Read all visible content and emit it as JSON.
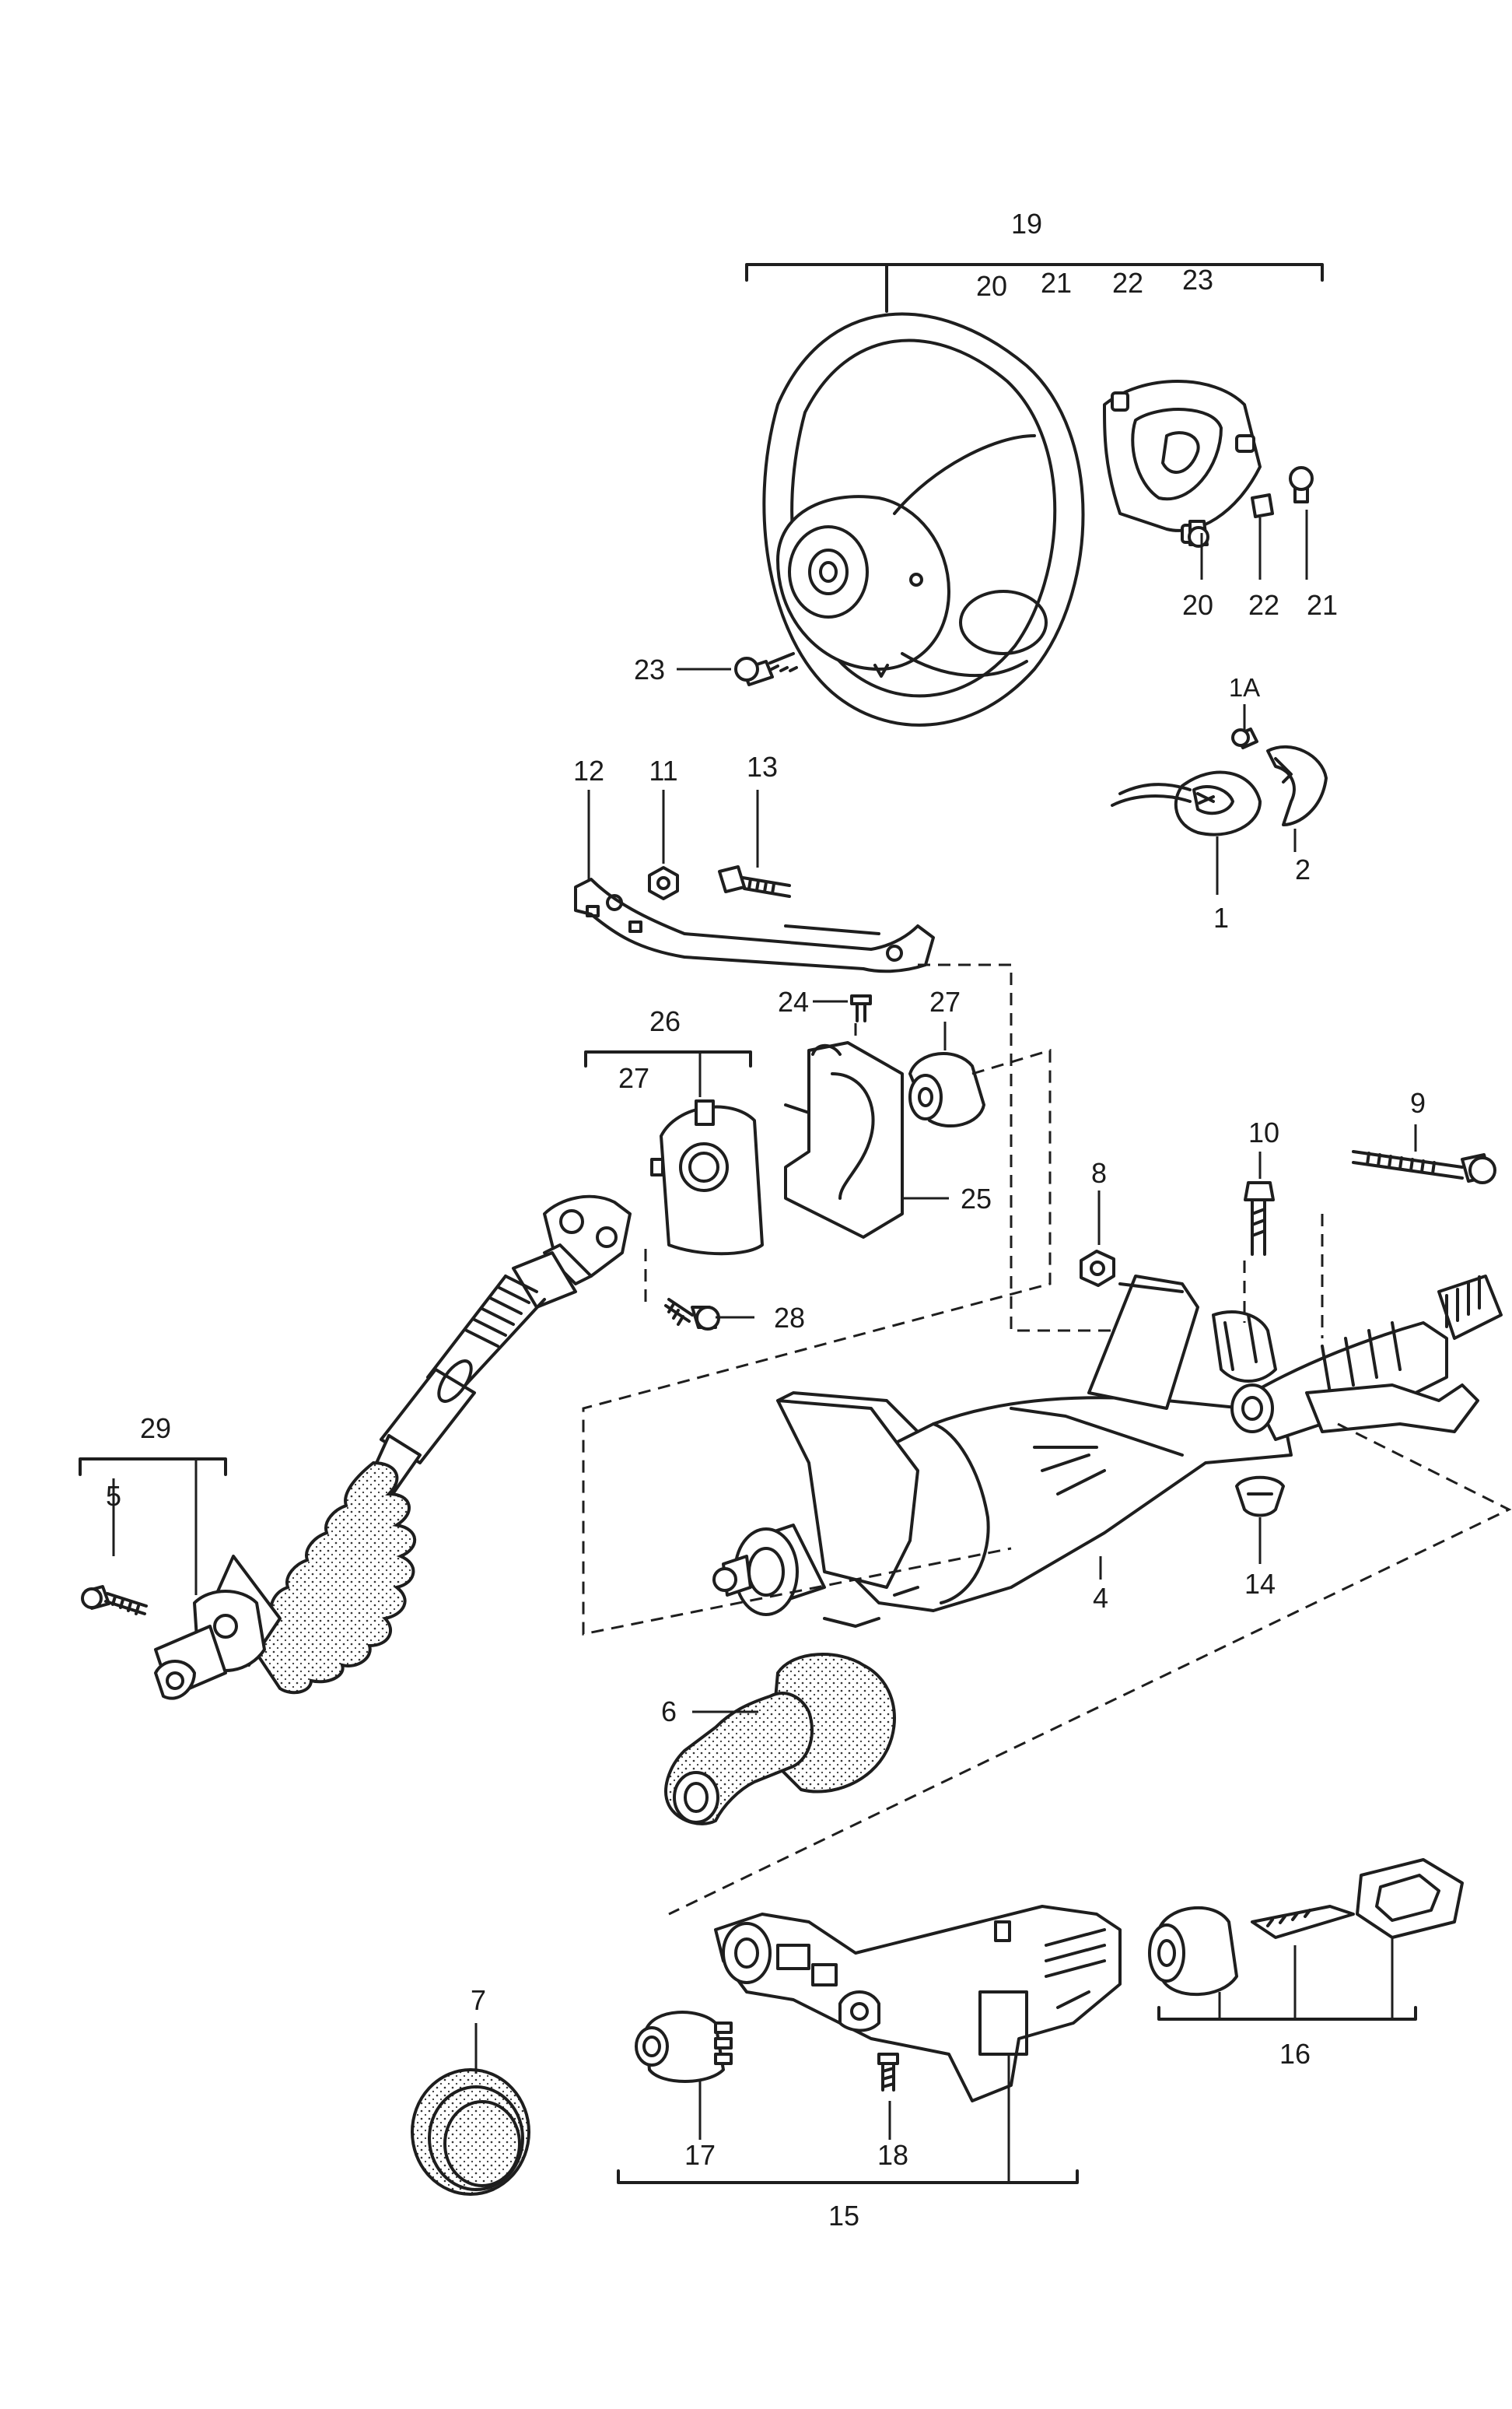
{
  "labels": {
    "l1": "1",
    "l1a": "1A",
    "l2": "2",
    "l4": "4",
    "l5": "5",
    "l6": "6",
    "l7": "7",
    "l8": "8",
    "l9": "9",
    "l10": "10",
    "l11": "11",
    "l12": "12",
    "l13": "13",
    "l14": "14",
    "l15": "15",
    "l16": "16",
    "l17": "17",
    "l18": "18",
    "l19": "19",
    "l19_20": "20",
    "l19_21": "21",
    "l19_22": "22",
    "l19_23": "23",
    "l20": "20",
    "l21": "21",
    "l22": "22",
    "l23": "23",
    "l24": "24",
    "l25": "25",
    "l26": "26",
    "l26_27": "27",
    "l27": "27",
    "l28": "28",
    "l29": "29"
  }
}
